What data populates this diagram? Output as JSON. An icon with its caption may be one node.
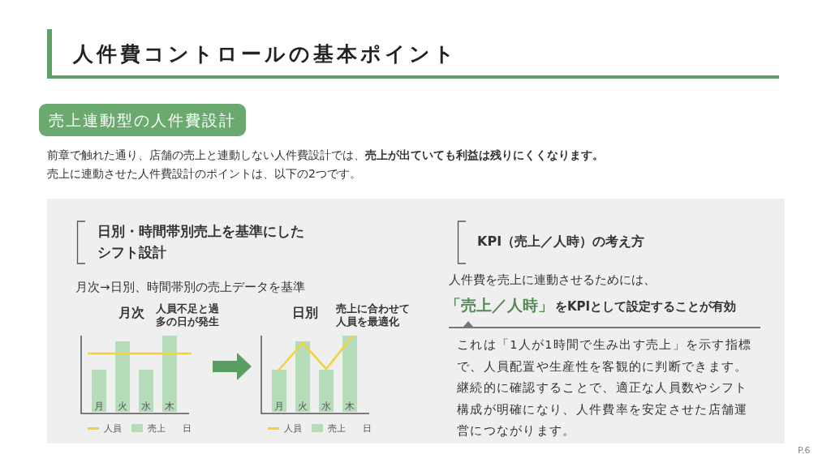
{
  "diagram": {
    "title": "人件費コントロールの基本ポイント",
    "nodes": [
      {
        "text": [
          "売上連動型の人件費設計"
        ]
      },
      {
        "text": [
          "日別・時間帯別売上を基準にしたシフト設計",
          "月次→日別、時間帯別の売上データを基準"
        ]
      },
      {
        "text": [
          "月次",
          "人員不足と過多の日が発生"
        ],
        "in": 1
      },
      {
        "text": [
          "日別",
          "売上に合わせて人員を最適化"
        ],
        "in": 1
      },
      {
        "text": [
          "KPI（売上／人時）の考え方",
          "人件費を売上に連動させるためには、",
          "「売上／人時」",
          "をKPIとして設定することが有効",
          "これは「1人が1時間で生み出す売上」を示す指標で、人員配置や生産性を客観的に判断できます。継続的に確認することで、適正な人員数やシフト構成が明確になり、人件費率を安定させた店舗運営につながります。"
        ]
      }
    ],
    "edges": [
      {
        "from": 2,
        "to": 3,
        "arrow": "to"
      }
    ],
    "labels": [
      "前章で触れた通り、店舗の売上と連動しない人件費設計では、**売上が出ていても利益は残りにくくなります。**",
      "売上に連動させた人件費設計のポイントは、以下の2つです。",
      "月",
      "火",
      "水",
      "木",
      "日",
      "月",
      "火",
      "水",
      "木",
      "日",
      "P.6"
    ],
    "legend": [
      {
        "text": "人員"
      },
      {
        "text": "売上",
        "color": "#b5dcb9"
      },
      {
        "text": "人員"
      },
      {
        "text": "売上",
        "color": "#b5dcb9"
      }
    ]
  }
}
